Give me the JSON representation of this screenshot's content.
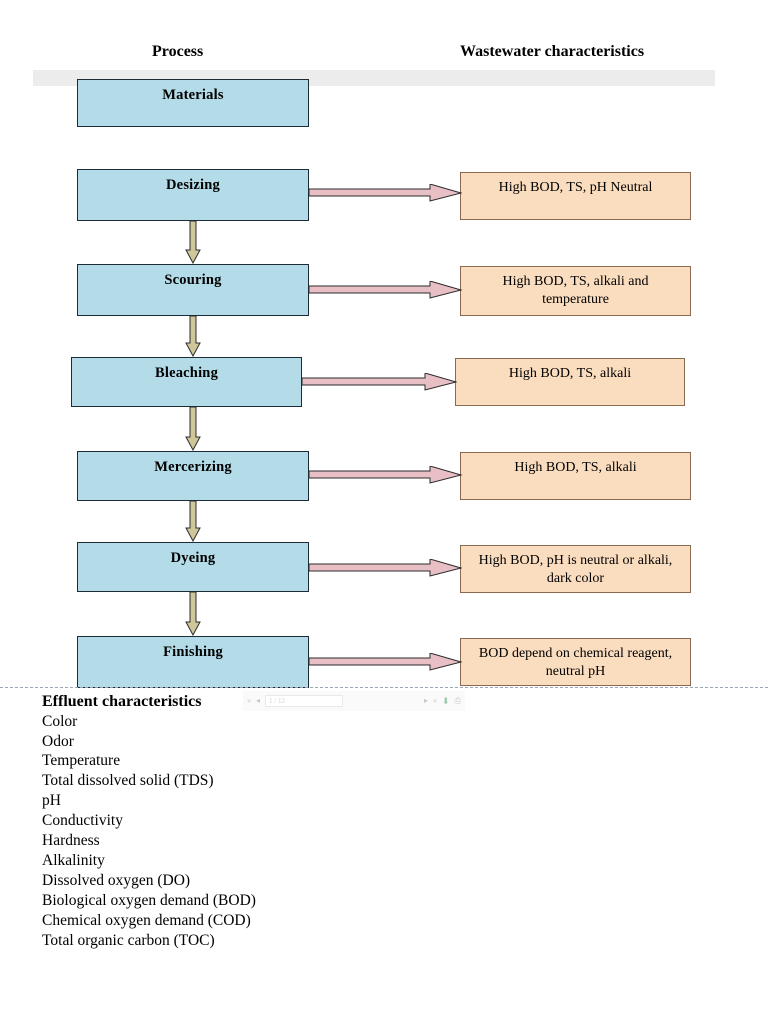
{
  "headers": {
    "process": "Process",
    "wastewater": "Wastewater characteristics"
  },
  "colors": {
    "process_fill": "#b4dce8",
    "process_border": "#1d2b36",
    "waste_fill": "#fadcbe",
    "waste_border": "#8a6a52",
    "h_arrow_fill": "#e8bfc4",
    "h_arrow_border": "#2b2b2b",
    "v_arrow_fill": "#cfc69a",
    "v_arrow_border": "#2b2b2b",
    "grey_band": "#ececec"
  },
  "flow": {
    "steps": [
      {
        "name": "Materials",
        "characteristic": ""
      },
      {
        "name": "Desizing",
        "characteristic": "High BOD, TS, pH Neutral"
      },
      {
        "name": "Scouring",
        "characteristic": "High BOD, TS, alkali and temperature"
      },
      {
        "name": "Bleaching",
        "characteristic": "High BOD, TS, alkali"
      },
      {
        "name": "Mercerizing",
        "characteristic": "High BOD, TS, alkali"
      },
      {
        "name": "Dyeing",
        "characteristic": "High BOD, pH is neutral or alkali, dark color"
      },
      {
        "name": "Finishing",
        "characteristic": "BOD depend on chemical reagent, neutral pH"
      }
    ]
  },
  "effluent": {
    "title": "Effluent characteristics",
    "items": [
      "Color",
      "Odor",
      "Temperature",
      "Total dissolved solid (TDS)",
      "pH",
      "Conductivity",
      "Hardness",
      "Alkalinity",
      "Dissolved oxygen (DO)",
      "Biological oxygen demand (BOD)",
      "Chemical oxygen demand (COD)",
      "Total organic carbon (TOC)"
    ]
  },
  "viewer_toolbar": {
    "first_label": "«",
    "prev_label": "◂",
    "page_field_value": "1 / 12",
    "next_label": "▸",
    "last_label": "»",
    "download_label": "⬇",
    "print_label": "⎙"
  }
}
